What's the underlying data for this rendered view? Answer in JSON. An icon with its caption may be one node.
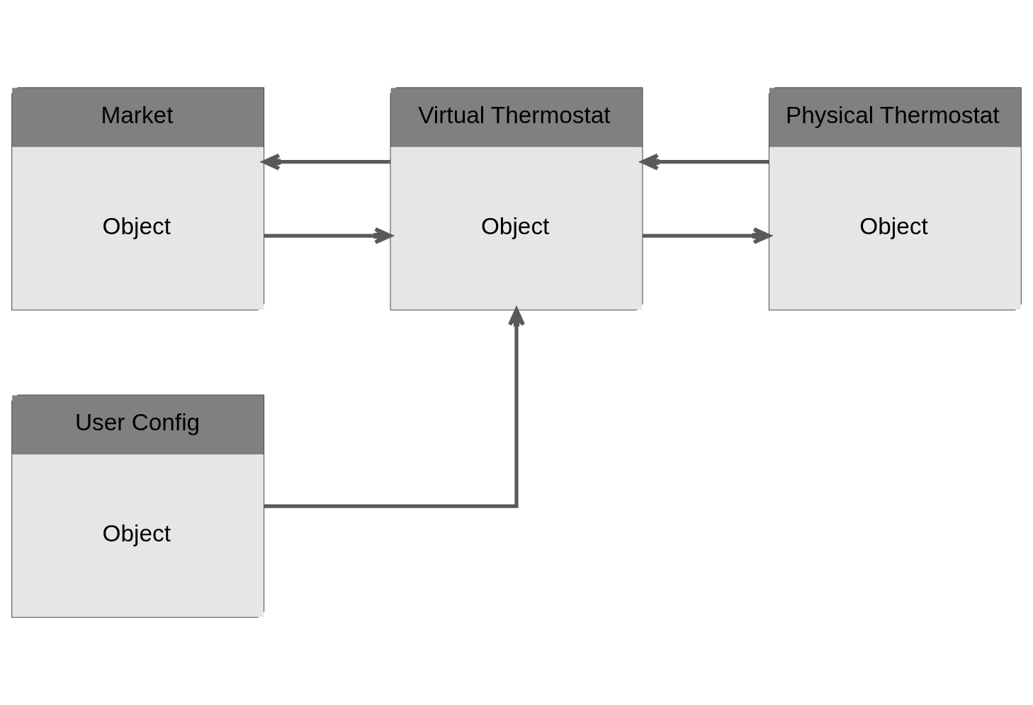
{
  "diagram": {
    "nodes": [
      {
        "text": [
          "Market",
          "Object"
        ]
      },
      {
        "text": [
          "Virtual Thermostat",
          "Object"
        ]
      },
      {
        "text": [
          "User Config",
          "Object"
        ]
      },
      {
        "text": [
          "Physical Thermostat",
          "Object"
        ]
      }
    ],
    "edges": [
      {
        "from": 1,
        "to": 0,
        "arrow": "to"
      },
      {
        "from": 0,
        "to": 1,
        "arrow": "to"
      },
      {
        "from": 2,
        "to": 1,
        "arrow": "to"
      },
      {
        "from": 3,
        "to": 1,
        "arrow": "to"
      },
      {
        "from": 1,
        "to": 3,
        "arrow": "to"
      }
    ]
  }
}
